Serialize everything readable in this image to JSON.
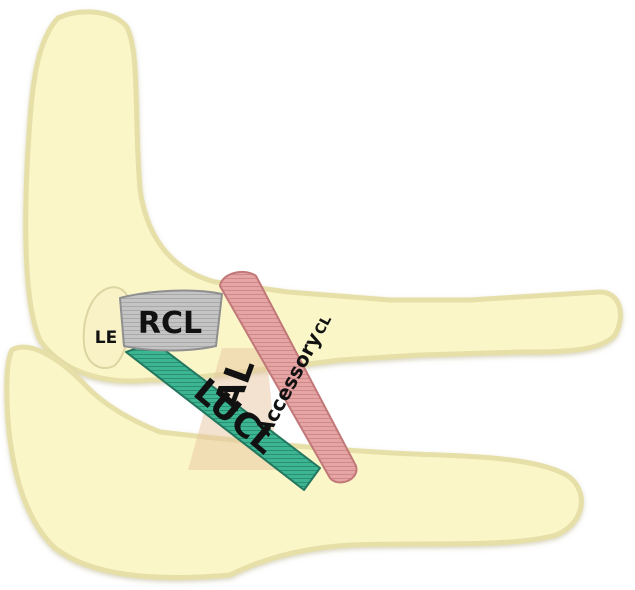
{
  "labels": {
    "le": "LE",
    "rcl": "RCL",
    "al": "AL",
    "lucl": "LUCL",
    "accessory": "Accessory",
    "accessory_suffix": "CL"
  },
  "colors": {
    "bone_fill": "#fbf6c8",
    "bone_outline": "#e6dfa8",
    "bone_shadow": "#d9d3a3",
    "epicondyle": "#f8f2c6",
    "rcl": "#bfbfbf",
    "lucl": "#3bb592",
    "accessory": "#e3a0a0",
    "annular": "#e8c5a0"
  }
}
